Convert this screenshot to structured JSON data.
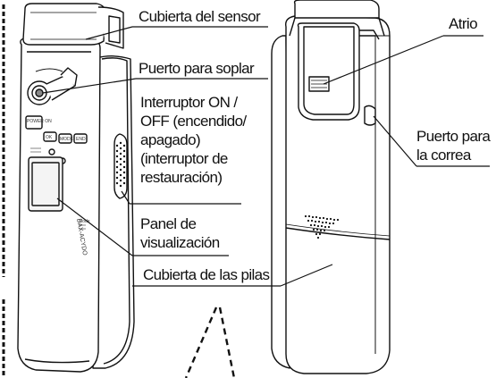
{
  "labels": {
    "sensor_cover": "Cubierta del sensor",
    "blow_port": "Puerto para soplar",
    "power_switch": [
      "Interruptor ON /",
      "OFF (encendido/",
      "apagado)",
      "(interruptor de",
      "restauración)"
    ],
    "display_panel": [
      "Panel de",
      "visualización"
    ],
    "battery_cover": "Cubierta de las pilas",
    "atrium": "Atrio",
    "strap_port": [
      "Puerto para",
      "la correa"
    ]
  },
  "device_text": {
    "model": "DAX-ACYDO",
    "buttons": [
      "POWER ON",
      "OK",
      "MODE",
      "END"
    ],
    "badge": "Mode"
  }
}
